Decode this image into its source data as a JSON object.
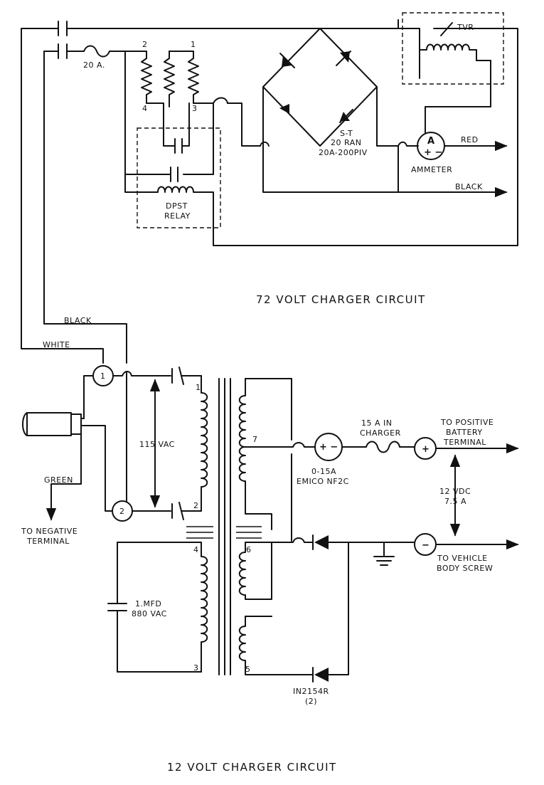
{
  "titles": {
    "upper": "72 VOLT CHARGER CIRCUIT",
    "lower": "12 VOLT CHARGER CIRCUIT"
  },
  "upper": {
    "fuse": "20 A.",
    "terminals": {
      "t1": "1",
      "t2": "2",
      "t3": "3",
      "t4": "4"
    },
    "relay_l1": "DPST",
    "relay_l2": "RELAY",
    "diode_l1": "S-T",
    "diode_l2": "20 RAN",
    "diode_l3": "20A-200PIV",
    "ammeter_letter": "A",
    "ammeter_pol": "+  −",
    "ammeter_label": "AMMETER",
    "red": "RED",
    "black_out": "BLACK",
    "tvr": "TVR"
  },
  "lower": {
    "black": "BLACK",
    "white": "WHITE",
    "green": "GREEN",
    "to_negative_l1": "TO NEGATIVE",
    "to_negative_l2": "TERMINAL",
    "plug1": "1",
    "plug2": "2",
    "vac115": "115 VAC",
    "cap_l1": "1.MFD",
    "cap_l2": "880 VAC",
    "pins": {
      "p1": "1",
      "p2": "2",
      "p3": "3",
      "p4": "4",
      "p5": "5",
      "p6": "6",
      "p7": "7"
    },
    "meter_pol": "+ −",
    "meter_l1": "0-15A",
    "meter_l2": "EMICO NF2C",
    "fuse_l1": "15 A  IN",
    "fuse_l2": "CHARGER",
    "plus": "+",
    "minus": "−",
    "pos_l1": "TO POSITIVE",
    "pos_l2": "BATTERY",
    "pos_l3": "TERMINAL",
    "vdc": "12 VDC",
    "amps": "7.5 A",
    "veh_l1": "TO VEHICLE",
    "veh_l2": "BODY SCREW",
    "diode_l1": "IN2154R",
    "diode_l2": "(2)"
  }
}
